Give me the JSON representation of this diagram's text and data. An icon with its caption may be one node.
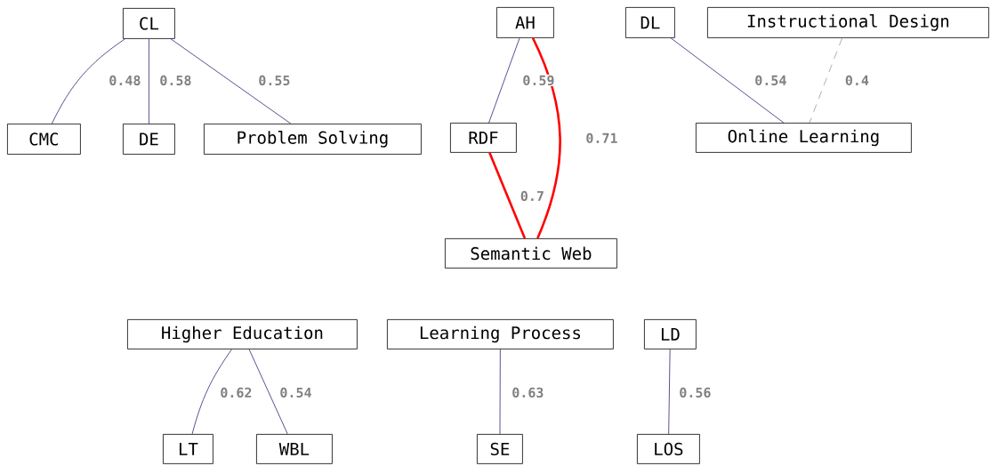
{
  "diagram": {
    "nodes": [
      {
        "text": [
          "CL"
        ]
      },
      {
        "text": [
          "CMC"
        ]
      },
      {
        "text": [
          "DE"
        ]
      },
      {
        "text": [
          "Problem Solving"
        ]
      },
      {
        "text": [
          "AH"
        ]
      },
      {
        "text": [
          "RDF"
        ]
      },
      {
        "text": [
          "Semantic Web"
        ]
      },
      {
        "text": [
          "DL"
        ]
      },
      {
        "text": [
          "Instructional Design"
        ]
      },
      {
        "text": [
          "Online Learning"
        ]
      },
      {
        "text": [
          "Higher Education"
        ]
      },
      {
        "text": [
          "Learning Process"
        ]
      },
      {
        "text": [
          "LD"
        ]
      },
      {
        "text": [
          "LT"
        ]
      },
      {
        "text": [
          "WBL"
        ]
      },
      {
        "text": [
          "SE"
        ]
      },
      {
        "text": [
          "LOS"
        ]
      }
    ],
    "edges": [
      {
        "from": 0,
        "to": 1,
        "arrow": "none",
        "label": "0.48"
      },
      {
        "from": 0,
        "to": 2,
        "arrow": "none",
        "label": "0.58"
      },
      {
        "from": 0,
        "to": 3,
        "arrow": "none",
        "label": "0.55"
      },
      {
        "from": 4,
        "to": 5,
        "arrow": "none",
        "label": "0.59"
      },
      {
        "from": 4,
        "to": 6,
        "arrow": "none",
        "label": "0.71",
        "style": "thick",
        "color": "#ff0000"
      },
      {
        "from": 5,
        "to": 6,
        "arrow": "none",
        "label": "0.7",
        "style": "thick",
        "color": "#ff0000"
      },
      {
        "from": 7,
        "to": 9,
        "arrow": "none",
        "label": "0.54"
      },
      {
        "from": 8,
        "to": 9,
        "arrow": "none",
        "label": "0.4",
        "style": "dashed",
        "color": "#999999"
      },
      {
        "from": 10,
        "to": 13,
        "arrow": "none",
        "label": "0.62"
      },
      {
        "from": 10,
        "to": 14,
        "arrow": "none",
        "label": "0.54"
      },
      {
        "from": 11,
        "to": 15,
        "arrow": "none",
        "label": "0.63"
      },
      {
        "from": 12,
        "to": 16,
        "arrow": "none",
        "label": "0.56"
      }
    ]
  }
}
